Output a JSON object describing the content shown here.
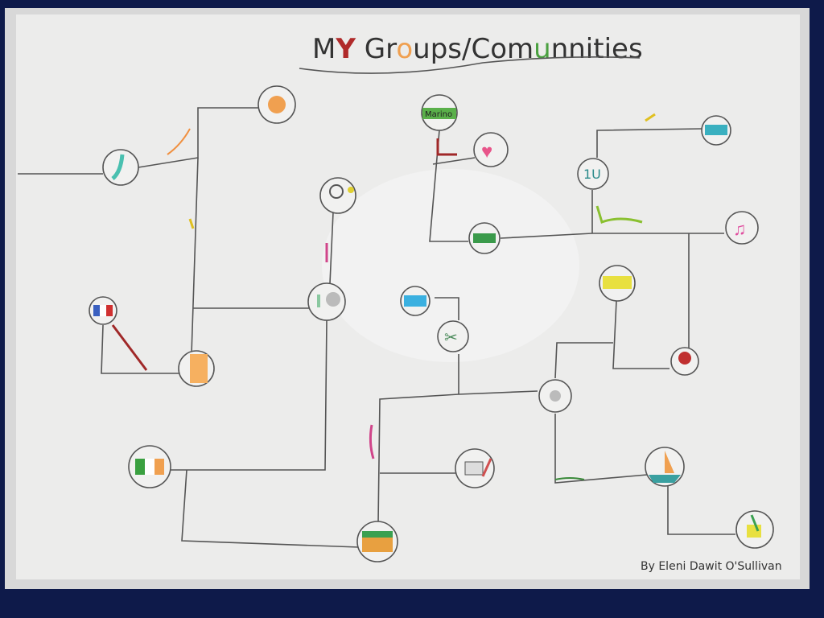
{
  "poster": {
    "title_parts": [
      "M",
      "Y",
      " Gr",
      "o",
      "ups/Com",
      "u",
      "nnities"
    ],
    "title_colors": [
      "#333333",
      "#b02a2a",
      "#333333",
      "#f0a050",
      "#333333",
      "#4aa040",
      "#333333"
    ],
    "author": "By Eleni Dawit O'Sullivan",
    "node_labels": {
      "marino": "Marino",
      "class": "1U"
    }
  },
  "colors": {
    "paper": "#ececeb",
    "background": "#0e1a4a",
    "line": "#555555"
  }
}
